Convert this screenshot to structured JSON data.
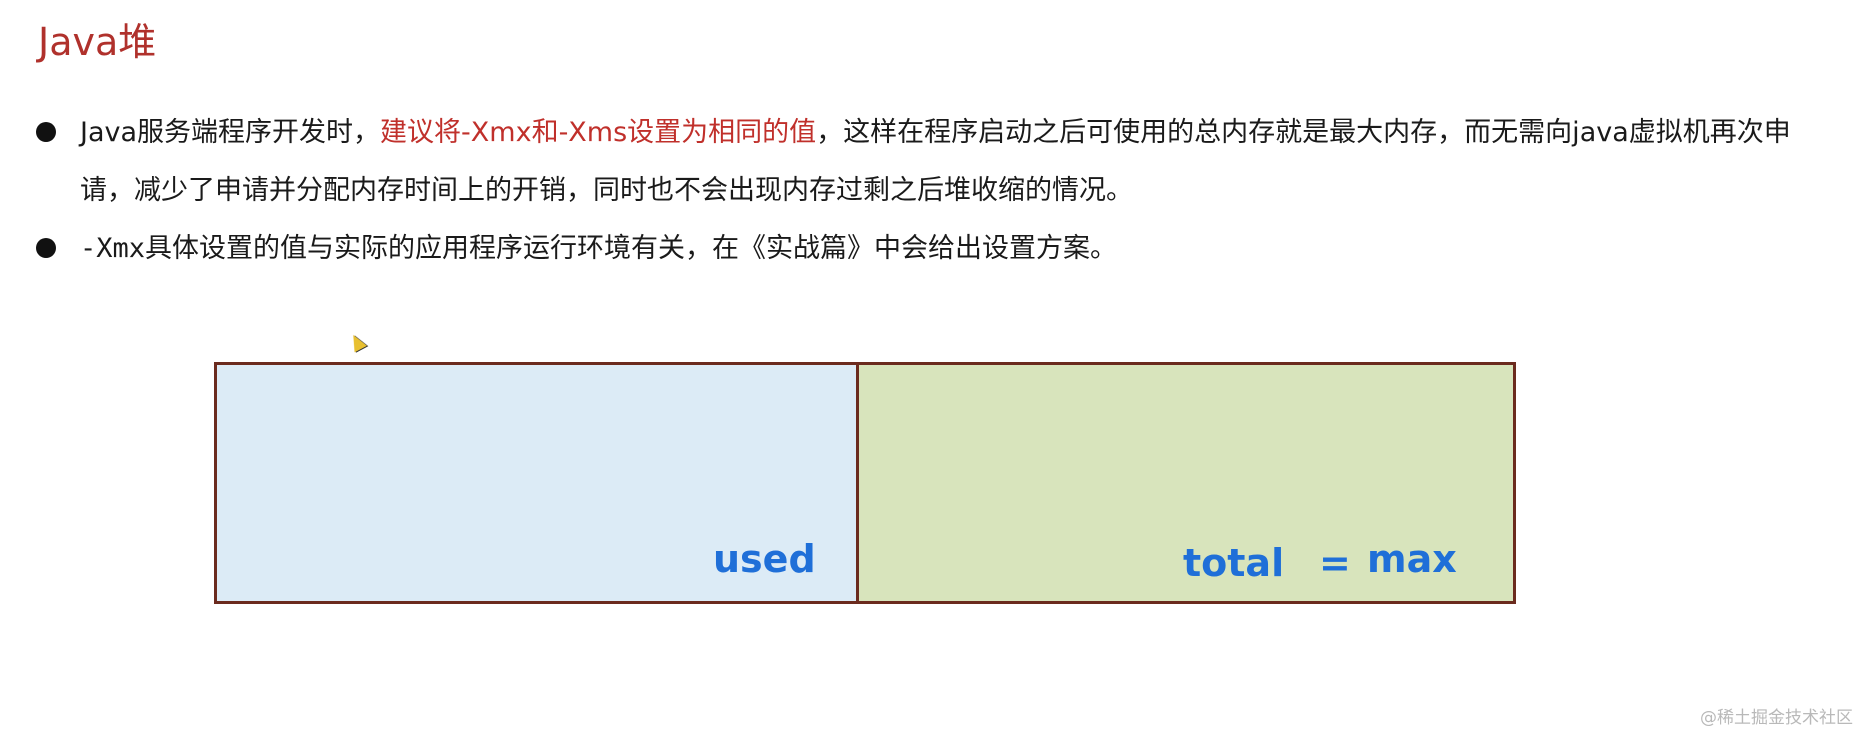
{
  "slide": {
    "title": "Java堆"
  },
  "bullets": [
    {
      "before": "Java服务端程序开发时，",
      "highlight": "建议将-Xmx和-Xms设置为相同的值",
      "after": "，这样在程序启动之后可使用的总内存就是最大内存，而无需向java虚拟机再次申请，减少了申请并分配内存时间上的开销，同时也不会出现内存过剩之后堆收缩的情况。"
    },
    {
      "code": "-Xmx",
      "text": "具体设置的值与实际的应用程序运行环境有关，在《实战篇》中会给出设置方案。"
    }
  ],
  "diagram": {
    "used_label": "used",
    "total_label": "total",
    "equals_sign": "=",
    "max_label": "max",
    "colors": {
      "used_fill": "#dcebf6",
      "total_fill": "#d8e4bc",
      "border": "#6b2b1e",
      "label": "#1f6fd8"
    }
  },
  "watermark": "@稀土掘金技术社区",
  "icons": {
    "cursor": "mouse-pointer-icon"
  }
}
